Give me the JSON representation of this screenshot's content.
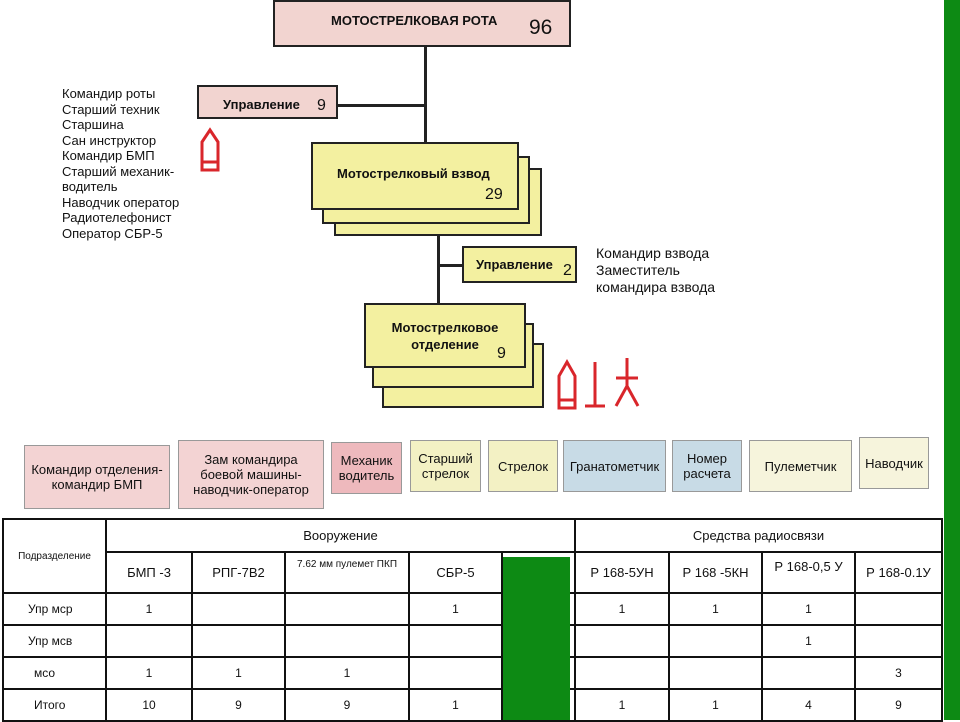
{
  "company": {
    "title": "МОТОСТРЕЛКОВАЯ РОТА",
    "count": "96"
  },
  "company_mgmt": {
    "label": "Управление",
    "count": "9",
    "staff": "Командир роты\nСтарший техник\nСтаршина\nСан инструктор\nКомандир БМП\nСтарший механик-\nводитель\nНаводчик оператор\nРадиотелефонист\nОператор СБР-5"
  },
  "platoon": {
    "label": "Мотострелковый взвод",
    "count": "29"
  },
  "platoon_mgmt": {
    "label": "Управление",
    "count": "2",
    "staff": "Командир взвода\nЗаместитель\nкомандира взвода"
  },
  "squad": {
    "label": "Мотострелковое\nотделение",
    "count": "9"
  },
  "roles": [
    {
      "label": "Командир отделения-\nкомандир БМП",
      "color": "#f3d3d3"
    },
    {
      "label": "Зам командира\nбоевой машины-\nнаводчик-оператор",
      "color": "#f3d3d3"
    },
    {
      "label": "Механик\nводитель",
      "color": "#eeb9bd"
    },
    {
      "label": "Старший\nстрелок",
      "color": "#f3f1c4"
    },
    {
      "label": "Стрелок",
      "color": "#f3f1c4"
    },
    {
      "label": "Гранатометчик",
      "color": "#c8dbe6"
    },
    {
      "label": "Номер\nрасчета",
      "color": "#c8dbe6"
    },
    {
      "label": "Пулеметчик",
      "color": "#f6f4dc"
    },
    {
      "label": "Наводчик",
      "color": "#f6f4dc"
    }
  ],
  "table": {
    "row_header": "Подразделение",
    "group_weapons": "Вооружение",
    "group_radio": "Средства радиосвязи",
    "weapon_cols": [
      "БМП -3",
      "РПГ-7В2",
      "7.62 мм пулемет ПКП",
      "СБР-5"
    ],
    "radio_cols": [
      "Р 168-5УН",
      "Р 168 -5КН",
      "Р 168-0,5 У",
      "Р 168-0.1У"
    ],
    "rows": [
      {
        "name": "Упр мср",
        "weapons": [
          "1",
          "",
          "",
          "1"
        ],
        "radio": [
          "1",
          "1",
          "1",
          ""
        ]
      },
      {
        "name": "Упр мсв",
        "weapons": [
          "",
          "",
          "",
          ""
        ],
        "radio": [
          "",
          "",
          "1",
          ""
        ]
      },
      {
        "name": "мсо",
        "weapons": [
          "1",
          "1",
          "1",
          ""
        ],
        "radio": [
          "",
          "",
          "",
          "3"
        ]
      },
      {
        "name": "Итого",
        "weapons": [
          "10",
          "9",
          "9",
          "1"
        ],
        "radio": [
          "1",
          "1",
          "4",
          "9"
        ]
      }
    ]
  },
  "colors": {
    "accent_green": "#0d8a14",
    "symbol_red": "#d9262b"
  },
  "symbols": [
    "bmp-symbol-icon",
    "rocket-symbol-icon",
    "mast-symbol-icon",
    "antenna-symbol-icon"
  ]
}
